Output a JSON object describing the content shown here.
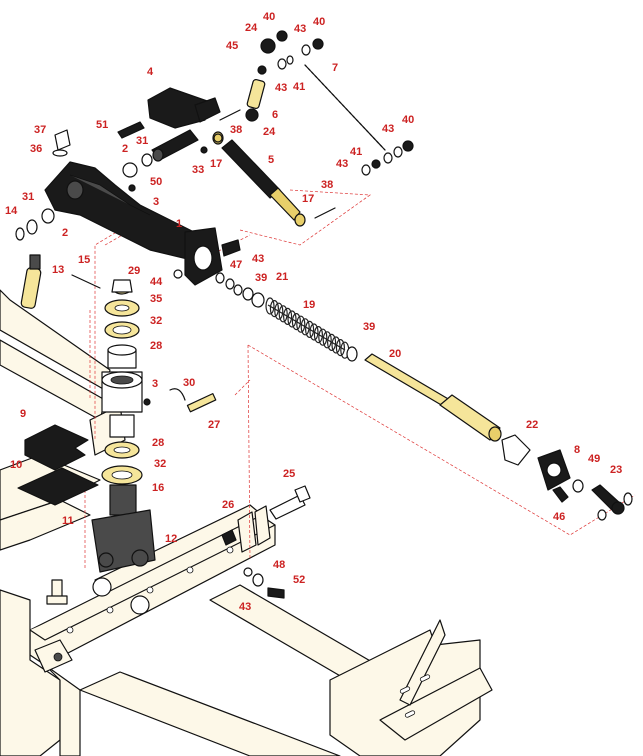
{
  "diagram": {
    "callouts": [
      {
        "id": "c40a",
        "text": "40"
      },
      {
        "id": "c43a",
        "text": "43"
      },
      {
        "id": "c40b",
        "text": "40"
      },
      {
        "id": "c24a",
        "text": "24"
      },
      {
        "id": "c45",
        "text": "45"
      },
      {
        "id": "c7",
        "text": "7"
      },
      {
        "id": "c43b",
        "text": "43"
      },
      {
        "id": "c41a",
        "text": "41"
      },
      {
        "id": "c4",
        "text": "4"
      },
      {
        "id": "c6",
        "text": "6"
      },
      {
        "id": "c24b",
        "text": "24"
      },
      {
        "id": "c38a",
        "text": "38"
      },
      {
        "id": "c51",
        "text": "51"
      },
      {
        "id": "c31a",
        "text": "31"
      },
      {
        "id": "c37",
        "text": "37"
      },
      {
        "id": "c36",
        "text": "36"
      },
      {
        "id": "c2a",
        "text": "2"
      },
      {
        "id": "c33",
        "text": "33"
      },
      {
        "id": "c17a",
        "text": "17"
      },
      {
        "id": "c5",
        "text": "5"
      },
      {
        "id": "c40c",
        "text": "40"
      },
      {
        "id": "c43c",
        "text": "43"
      },
      {
        "id": "c41b",
        "text": "41"
      },
      {
        "id": "c43d",
        "text": "43"
      },
      {
        "id": "c50",
        "text": "50"
      },
      {
        "id": "c38b",
        "text": "38"
      },
      {
        "id": "c17b",
        "text": "17"
      },
      {
        "id": "c31b",
        "text": "31"
      },
      {
        "id": "c3a",
        "text": "3"
      },
      {
        "id": "c14",
        "text": "14"
      },
      {
        "id": "c2b",
        "text": "2"
      },
      {
        "id": "c1",
        "text": "1"
      },
      {
        "id": "c15",
        "text": "15"
      },
      {
        "id": "c13",
        "text": "13"
      },
      {
        "id": "c29",
        "text": "29"
      },
      {
        "id": "c44",
        "text": "44"
      },
      {
        "id": "c47",
        "text": "47"
      },
      {
        "id": "c43e",
        "text": "43"
      },
      {
        "id": "c39a",
        "text": "39"
      },
      {
        "id": "c21",
        "text": "21"
      },
      {
        "id": "c35",
        "text": "35"
      },
      {
        "id": "c19",
        "text": "19"
      },
      {
        "id": "c32a",
        "text": "32"
      },
      {
        "id": "c39b",
        "text": "39"
      },
      {
        "id": "c28a",
        "text": "28"
      },
      {
        "id": "c20",
        "text": "20"
      },
      {
        "id": "c3b",
        "text": "3"
      },
      {
        "id": "c30",
        "text": "30"
      },
      {
        "id": "c9",
        "text": "9"
      },
      {
        "id": "c27",
        "text": "27"
      },
      {
        "id": "c22",
        "text": "22"
      },
      {
        "id": "c28b",
        "text": "28"
      },
      {
        "id": "c8",
        "text": "8"
      },
      {
        "id": "c10",
        "text": "10"
      },
      {
        "id": "c32b",
        "text": "32"
      },
      {
        "id": "c49",
        "text": "49"
      },
      {
        "id": "c23",
        "text": "23"
      },
      {
        "id": "c16",
        "text": "16"
      },
      {
        "id": "c25",
        "text": "25"
      },
      {
        "id": "c11",
        "text": "11"
      },
      {
        "id": "c46",
        "text": "46"
      },
      {
        "id": "c26",
        "text": "26"
      },
      {
        "id": "c12",
        "text": "12"
      },
      {
        "id": "c48",
        "text": "48"
      },
      {
        "id": "c52",
        "text": "52"
      },
      {
        "id": "c43f",
        "text": "43"
      }
    ],
    "colors": {
      "callout": "#cc2222",
      "frame": "#fdf8e8",
      "part_dark": "#1a1a1a",
      "part_gold": "#f5e59a",
      "leader": "#dd3333"
    }
  }
}
